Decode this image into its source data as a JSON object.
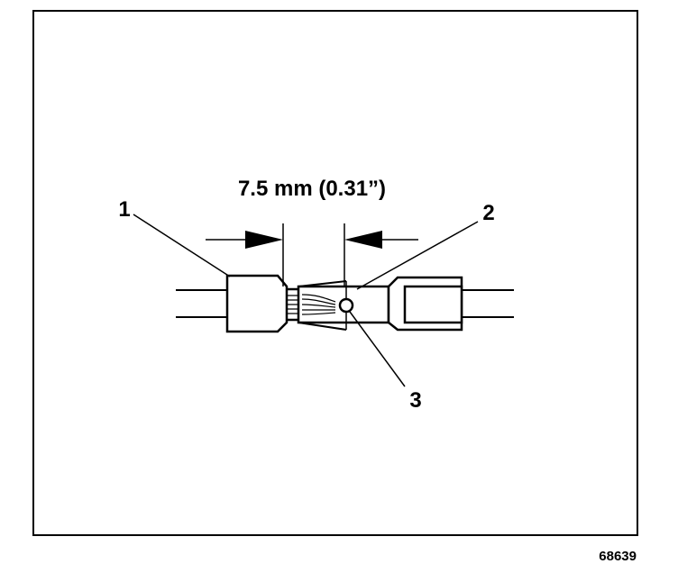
{
  "figure": {
    "dimension_label": "7.5 mm (0.31”)",
    "callouts": [
      "1",
      "2",
      "3"
    ],
    "figure_number": "68639"
  },
  "colors": {
    "line": "#000000",
    "background": "#ffffff"
  }
}
